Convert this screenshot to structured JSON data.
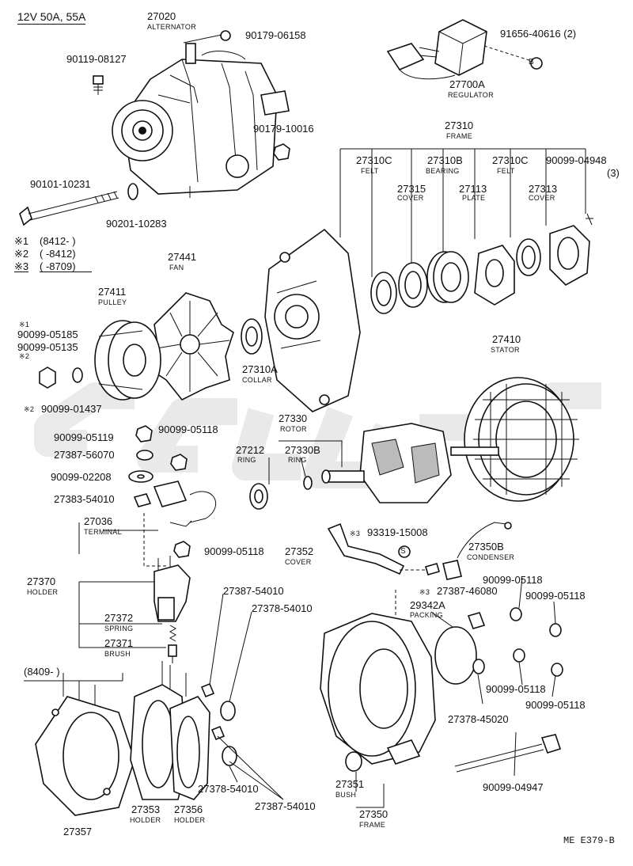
{
  "header": {
    "title": "12V 50A, 55A"
  },
  "notes": [
    {
      "mark": "※1",
      "text": "(8412-      )"
    },
    {
      "mark": "※2",
      "text": "(      -8412)"
    },
    {
      "mark": "※3",
      "text": "(      -8709)"
    }
  ],
  "callouts": {
    "c27020": {
      "num": "27020",
      "name": "ALTERNATOR"
    },
    "c90179_06158": {
      "num": "90179-06158"
    },
    "c91656": {
      "num": "91656-40616 (2)"
    },
    "c90119": {
      "num": "90119-08127"
    },
    "c27700A": {
      "num": "27700A",
      "name": "REGULATOR"
    },
    "c90179_10016": {
      "num": "90179-10016"
    },
    "c27310": {
      "num": "27310",
      "name": "FRAME"
    },
    "c90101": {
      "num": "90101-10231"
    },
    "c90201": {
      "num": "90201-10283"
    },
    "c27310C_a": {
      "num": "27310C",
      "name": "FELT"
    },
    "c27310B": {
      "num": "27310B",
      "name": "BEARING"
    },
    "c27310C_b": {
      "num": "27310C",
      "name": "FELT"
    },
    "c90099_04948": {
      "num": "90099-04948",
      "qty": "(3)"
    },
    "c27315": {
      "num": "27315",
      "name": "COVER"
    },
    "c27113": {
      "num": "27113",
      "name": "PLATE"
    },
    "c27313": {
      "num": "27313",
      "name": "COVER"
    },
    "c27441": {
      "num": "27441",
      "name": "FAN"
    },
    "c27411": {
      "num": "27411",
      "name": "PULLEY"
    },
    "c90099_05185": {
      "num": "90099-05185",
      "mark": "※1"
    },
    "c90099_05135": {
      "num": "90099-05135",
      "mark": "※2"
    },
    "c27310A": {
      "num": "27310A",
      "name": "COLLAR"
    },
    "c27410": {
      "num": "27410",
      "name": "STATOR"
    },
    "c90099_01437": {
      "num": "90099-01437",
      "mark": "※2"
    },
    "c90099_05119": {
      "num": "90099-05119"
    },
    "c90099_05118_a": {
      "num": "90099-05118"
    },
    "c27387_56070": {
      "num": "27387-56070"
    },
    "c27330": {
      "num": "27330",
      "name": "ROTOR"
    },
    "c27212": {
      "num": "27212",
      "name": "RING"
    },
    "c27330B": {
      "num": "27330B",
      "name": "RING"
    },
    "c90099_02208": {
      "num": "90099-02208"
    },
    "c27383": {
      "num": "27383-54010"
    },
    "c27036": {
      "num": "27036",
      "name": "TERMINAL"
    },
    "c93319": {
      "num": "93319-15008",
      "mark": "※3"
    },
    "c90099_05118_b": {
      "num": "90099-05118"
    },
    "c27352": {
      "num": "27352",
      "name": "COVER"
    },
    "c27350B": {
      "num": "27350B",
      "name": "CONDENSER"
    },
    "c27370": {
      "num": "27370",
      "name": "HOLDER"
    },
    "c27387_54010_a": {
      "num": "27387-54010"
    },
    "c27387_46080": {
      "num": "27387-46080",
      "mark": "※3"
    },
    "c90099_05118_c": {
      "num": "90099-05118"
    },
    "c90099_05118_d": {
      "num": "90099-05118"
    },
    "c27378_54010_a": {
      "num": "27378-54010"
    },
    "c29342A": {
      "num": "29342A",
      "name": "PACKING"
    },
    "c27372": {
      "num": "27372",
      "name": "SPRING"
    },
    "c27371": {
      "num": "27371",
      "name": "BRUSH"
    },
    "c8409": {
      "num": "(8409-          )"
    },
    "c90099_05118_e": {
      "num": "90099-05118"
    },
    "c90099_05118_f": {
      "num": "90099-05118"
    },
    "c27378_45020": {
      "num": "27378-45020"
    },
    "c27351": {
      "num": "27351",
      "name": "BUSH"
    },
    "c90099_04947": {
      "num": "90099-04947"
    },
    "c27378_54010_b": {
      "num": "27378-54010"
    },
    "c27387_54010_b": {
      "num": "27387-54010"
    },
    "c27353": {
      "num": "27353",
      "name": "HOLDER"
    },
    "c27356": {
      "num": "27356",
      "name": "HOLDER"
    },
    "c27350": {
      "num": "27350",
      "name": "FRAME"
    },
    "c27357": {
      "num": "27357"
    }
  },
  "markers": {
    "b": "B",
    "s": "S"
  },
  "footer": {
    "code": "ME E379-B"
  }
}
